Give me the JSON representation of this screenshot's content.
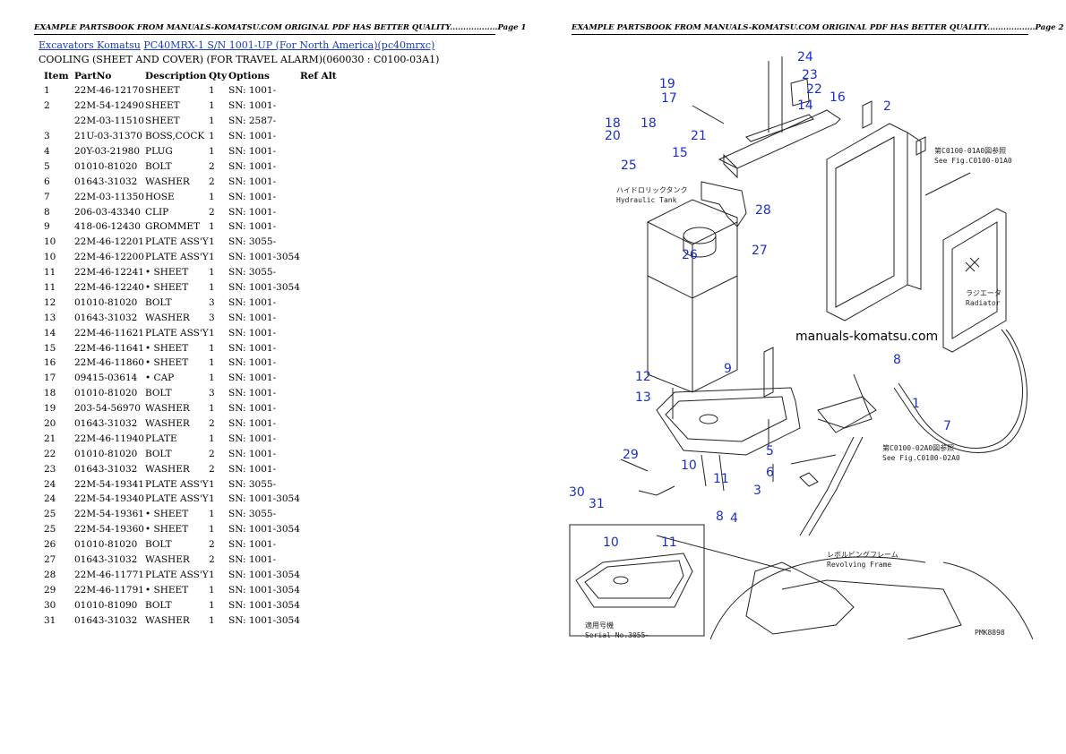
{
  "page1": {
    "header": "EXAMPLE PARTSBOOK FROM MANUALS-KOMATSU.COM ORIGINAL PDF HAS BETTER QUALITY..................Page 1",
    "breadcrumb": {
      "link1": "Excavators Komatsu",
      "link2": "PC40MRX-1 S/N 1001-UP (For North America)(pc40mrxc)"
    },
    "subtitle": "COOLING (SHEET AND COVER) (FOR TRAVEL ALARM)(060030 : C0100-03A1)",
    "columns": [
      "Item",
      "PartNo",
      "Description",
      "Qty",
      "Options",
      "Ref Alt"
    ],
    "rows": [
      [
        "1",
        "22M-46-12170",
        "SHEET",
        "1",
        "SN: 1001-",
        ""
      ],
      [
        "2",
        "22M-54-12490",
        "SHEET",
        "1",
        "SN: 1001-",
        ""
      ],
      [
        "",
        "22M-03-11510",
        "SHEET",
        "1",
        "SN: 2587-",
        ""
      ],
      [
        "3",
        "21U-03-31370",
        "BOSS,COCK",
        "1",
        "SN: 1001-",
        ""
      ],
      [
        "4",
        "20Y-03-21980",
        "PLUG",
        "1",
        "SN: 1001-",
        ""
      ],
      [
        "5",
        "01010-81020",
        "BOLT",
        "2",
        "SN: 1001-",
        ""
      ],
      [
        "6",
        "01643-31032",
        "WASHER",
        "2",
        "SN: 1001-",
        ""
      ],
      [
        "7",
        "22M-03-11350",
        "HOSE",
        "1",
        "SN: 1001-",
        ""
      ],
      [
        "8",
        "206-03-43340",
        "CLIP",
        "2",
        "SN: 1001-",
        ""
      ],
      [
        "9",
        "418-06-12430",
        "GROMMET",
        "1",
        "SN: 1001-",
        ""
      ],
      [
        "10",
        "22M-46-12201",
        "PLATE ASS'Y",
        "1",
        "SN: 3055-",
        ""
      ],
      [
        "10",
        "22M-46-12200",
        "PLATE ASS'Y",
        "1",
        "SN: 1001-3054",
        ""
      ],
      [
        "11",
        "22M-46-12241",
        "• SHEET",
        "1",
        "SN: 3055-",
        ""
      ],
      [
        "11",
        "22M-46-12240",
        "• SHEET",
        "1",
        "SN: 1001-3054",
        ""
      ],
      [
        "12",
        "01010-81020",
        "BOLT",
        "3",
        "SN: 1001-",
        ""
      ],
      [
        "13",
        "01643-31032",
        "WASHER",
        "3",
        "SN: 1001-",
        ""
      ],
      [
        "14",
        "22M-46-11621",
        "PLATE ASS'Y",
        "1",
        "SN: 1001-",
        ""
      ],
      [
        "15",
        "22M-46-11641",
        "• SHEET",
        "1",
        "SN: 1001-",
        ""
      ],
      [
        "16",
        "22M-46-11860",
        "• SHEET",
        "1",
        "SN: 1001-",
        ""
      ],
      [
        "17",
        "09415-03614",
        "• CAP",
        "1",
        "SN: 1001-",
        ""
      ],
      [
        "18",
        "01010-81020",
        "BOLT",
        "3",
        "SN: 1001-",
        ""
      ],
      [
        "19",
        "203-54-56970",
        "WASHER",
        "1",
        "SN: 1001-",
        ""
      ],
      [
        "20",
        "01643-31032",
        "WASHER",
        "2",
        "SN: 1001-",
        ""
      ],
      [
        "21",
        "22M-46-11940",
        "PLATE",
        "1",
        "SN: 1001-",
        ""
      ],
      [
        "22",
        "01010-81020",
        "BOLT",
        "2",
        "SN: 1001-",
        ""
      ],
      [
        "23",
        "01643-31032",
        "WASHER",
        "2",
        "SN: 1001-",
        ""
      ],
      [
        "24",
        "22M-54-19341",
        "PLATE ASS'Y",
        "1",
        "SN: 3055-",
        ""
      ],
      [
        "24",
        "22M-54-19340",
        "PLATE ASS'Y",
        "1",
        "SN: 1001-3054",
        ""
      ],
      [
        "25",
        "22M-54-19361",
        "• SHEET",
        "1",
        "SN: 3055-",
        ""
      ],
      [
        "25",
        "22M-54-19360",
        "• SHEET",
        "1",
        "SN: 1001-3054",
        ""
      ],
      [
        "26",
        "01010-81020",
        "BOLT",
        "2",
        "SN: 1001-",
        ""
      ],
      [
        "27",
        "01643-31032",
        "WASHER",
        "2",
        "SN: 1001-",
        ""
      ],
      [
        "28",
        "22M-46-11771",
        "PLATE ASS'Y",
        "1",
        "SN: 1001-3054",
        ""
      ],
      [
        "29",
        "22M-46-11791",
        "• SHEET",
        "1",
        "SN: 1001-3054",
        ""
      ],
      [
        "30",
        "01010-81090",
        "BOLT",
        "1",
        "SN: 1001-3054",
        ""
      ],
      [
        "31",
        "01643-31032",
        "WASHER",
        "1",
        "SN: 1001-3054",
        ""
      ]
    ]
  },
  "page2": {
    "header": "EXAMPLE PARTSBOOK FROM MANUALS-KOMATSU.COM ORIGINAL PDF HAS BETTER QUALITY..................Page 2",
    "diagram": {
      "watermark": "manuals-komatsu.com",
      "labels": {
        "hydraulic_jp": "ハイドロリックタンク",
        "hydraulic_en": "Hydraulic Tank",
        "see_a0_jp": "第C0100-01A0図参照",
        "see_a0_en": "See Fig.C0100-01A0",
        "radiator_jp": "ラジエータ",
        "radiator_en": "Radiator",
        "see_02_jp": "第C0100-02A0図参照",
        "see_02_en": "See Fig.C0100-02A0",
        "frame_jp": "レボルビングフレーム",
        "frame_en": "Revolving Frame",
        "serial_jp": "適用号機",
        "serial_en": "Serial No.3055~",
        "code": "PMK8898"
      },
      "callouts": [
        "1",
        "2",
        "3",
        "4",
        "5",
        "6",
        "7",
        "8",
        "8",
        "9",
        "10",
        "10",
        "11",
        "11",
        "12",
        "13",
        "14",
        "15",
        "16",
        "17",
        "18",
        "18",
        "19",
        "20",
        "21",
        "22",
        "23",
        "24",
        "25",
        "26",
        "27",
        "28",
        "29",
        "30",
        "31"
      ]
    }
  }
}
